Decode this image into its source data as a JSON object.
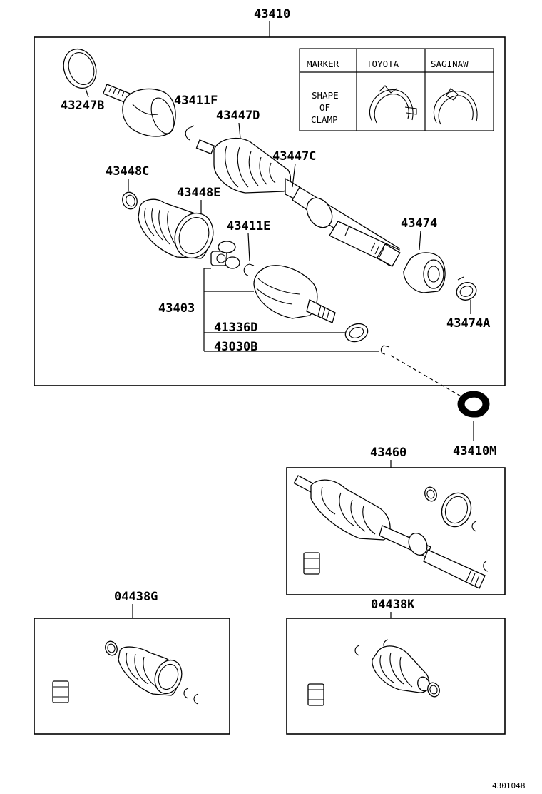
{
  "labels": {
    "assembly_top": "43410",
    "p43247B": "43247B",
    "p43411F": "43411F",
    "p43447D": "43447D",
    "p43447C": "43447C",
    "p43448C": "43448C",
    "p43448E": "43448E",
    "p43411E": "43411E",
    "p43474": "43474",
    "p43403": "43403",
    "p41336D": "41336D",
    "p43030B": "43030B",
    "p43474A": "43474A",
    "p43410M": "43410M",
    "p43460": "43460",
    "p04438G": "04438G",
    "p04438K": "04438K"
  },
  "clamp_table": {
    "headers": [
      "MARKER",
      "TOYOTA",
      "SAGINAW"
    ],
    "row_label": [
      "SHAPE",
      "OF",
      "CLAMP"
    ]
  },
  "footer_code": "430104B"
}
